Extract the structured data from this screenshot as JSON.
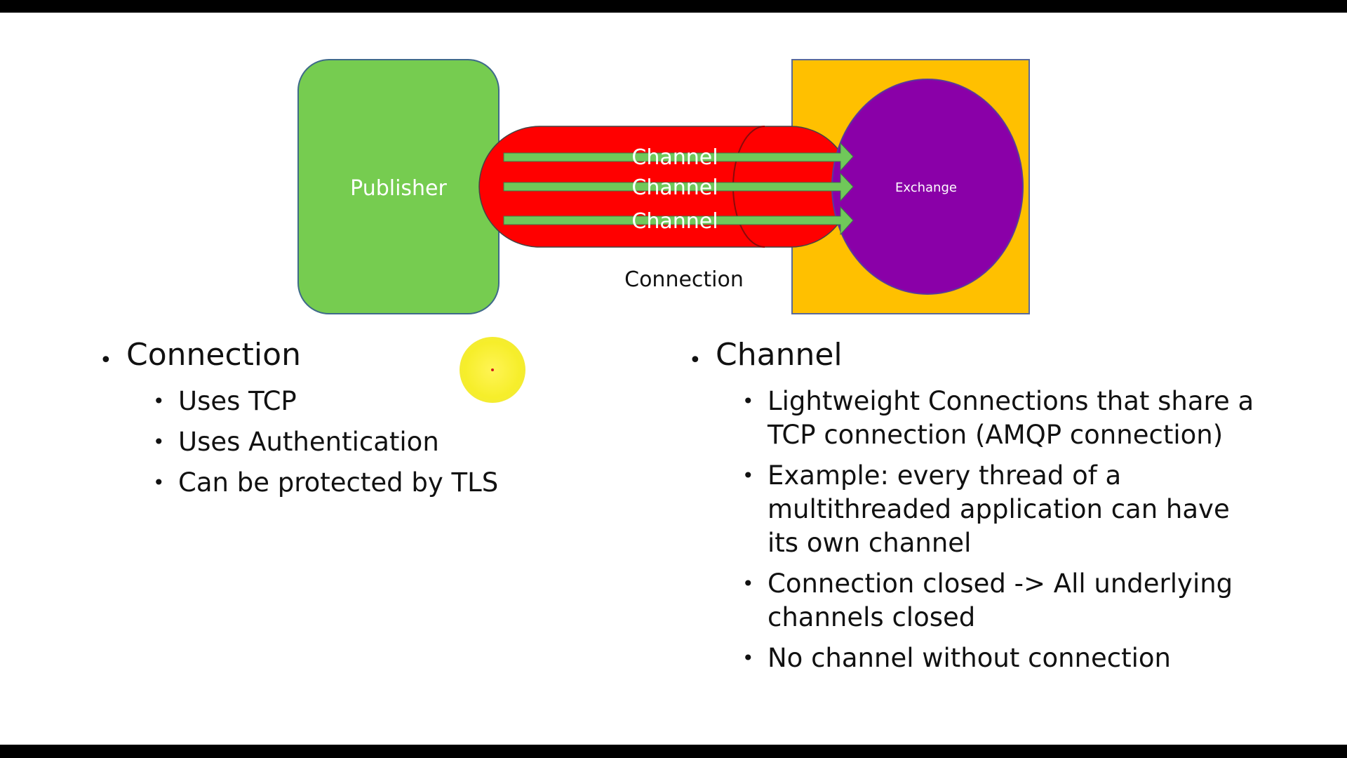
{
  "diagram": {
    "publisher_label": "Publisher",
    "exchange_label": "Exchange",
    "connection_label": "Connection",
    "channels": [
      {
        "label": "Channel"
      },
      {
        "label": "Channel"
      },
      {
        "label": "Channel"
      }
    ],
    "colors": {
      "publisher_fill": "#76cc50",
      "pipe_fill": "#ff0000",
      "arrow_fill": "#70c85a",
      "exchange_bg": "#ffc000",
      "exchange_fill": "#8a00a8",
      "cursor_fill": "#f6ee2a"
    }
  },
  "left_list": {
    "title": "Connection",
    "items": [
      {
        "text": "Uses TCP"
      },
      {
        "text": "Uses Authentication"
      },
      {
        "text": "Can be protected by TLS"
      }
    ]
  },
  "right_list": {
    "title": "Channel",
    "items": [
      {
        "lines": [
          "Lightweight Connections that share a",
          "TCP connection (AMQP connection)"
        ]
      },
      {
        "lines": [
          "Example: every thread of a",
          "multithreaded application can have",
          "its own channel"
        ]
      },
      {
        "lines": [
          "Connection closed -> All underlying",
          "channels closed"
        ]
      },
      {
        "lines": [
          "No channel without connection"
        ]
      }
    ]
  }
}
